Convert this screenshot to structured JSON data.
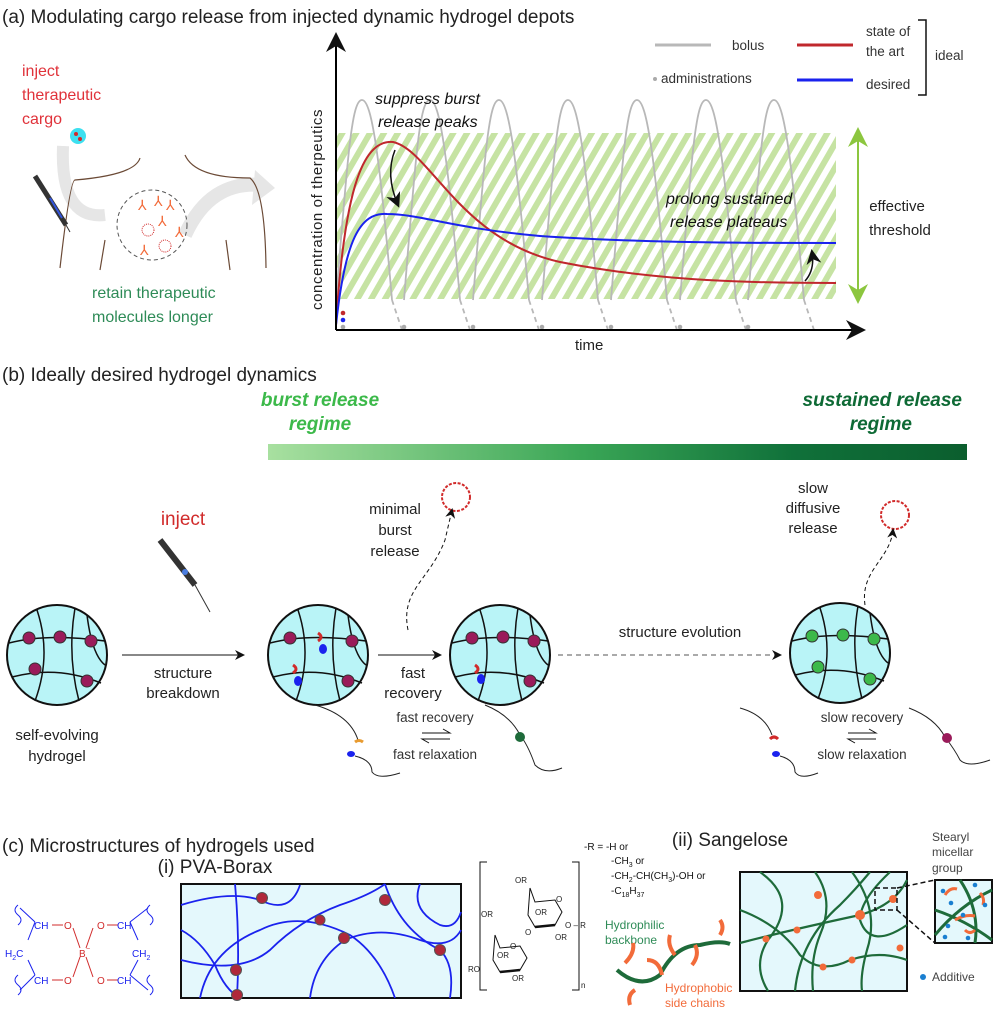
{
  "colors": {
    "red": "#d12b2b",
    "blue": "#1a22ee",
    "gray": "#b8b8b8",
    "green_hatch": "#c6e3a3",
    "green_arrow": "#8cc63f",
    "dark_green": "#1e6b3a",
    "light_green": "#3cb94a",
    "gel": "#b9f4f7",
    "pink_node": "#9a1b5a",
    "orange": "#f26b3a"
  },
  "panel_a": {
    "title": "(a) Modulating cargo release from injected dynamic hydrogel depots",
    "inject_text": [
      "inject",
      "therapeutic",
      "cargo"
    ],
    "retain_text": [
      "retain therapeutic",
      "molecules longer"
    ],
    "chart": {
      "y_label": "concentration of therpeutics",
      "x_label": "time",
      "annotation_suppress": [
        "suppress burst",
        "release peaks"
      ],
      "annotation_prolong": [
        "prolong sustained",
        "release plateaus"
      ],
      "threshold": [
        "effective",
        "threshold"
      ],
      "legend": {
        "bolus": "bolus",
        "administrations": "administrations",
        "state_of_art": [
          "state of",
          "the art"
        ],
        "desired": "desired",
        "ideal": "ideal"
      }
    }
  },
  "panel_b": {
    "title": "(b) Ideally desired hydrogel dynamics",
    "burst_regime": [
      "burst release",
      "regime"
    ],
    "sustained_regime": [
      "sustained release",
      "regime"
    ],
    "inject": "inject",
    "structure_breakdown": [
      "structure",
      "breakdown"
    ],
    "self_evolving": [
      "self-evolving",
      "hydrogel"
    ],
    "minimal_burst": [
      "minimal",
      "burst",
      "release"
    ],
    "fast_recovery_step": [
      "fast",
      "recovery"
    ],
    "structure_evolution": "structure evolution",
    "slow_diffusive": [
      "slow",
      "diffusive",
      "release"
    ],
    "fast_recovery": "fast recovery",
    "fast_relaxation": "fast relaxation",
    "slow_recovery": "slow recovery",
    "slow_relaxation": "slow relaxation"
  },
  "panel_c": {
    "title": "(c) Microstructures of hydrogels used",
    "pva_title": "(i) PVA-Borax",
    "pva_atoms": {
      "ch": "CH",
      "o": "O",
      "b": "B",
      "minus": "−",
      "h2c": "H",
      "h2c_sub": "2",
      "h2c_c": "C",
      "ch2": "CH",
      "ch2_sub": "2"
    },
    "sangelose_title": "(ii) Sangelose",
    "r_group": {
      "l1": "-R = -H or",
      "l2a": "-CH",
      "l2s": "3",
      "l2b": " or",
      "l3a": "-CH",
      "l3s": "2",
      "l3b": "-CH(CH",
      "l3s2": "3",
      "l3c": ")-OH or",
      "l4a": "-C",
      "l4s": "18",
      "l4b": "H",
      "l4s2": "37"
    },
    "or": "OR",
    "o": "O",
    "ro": "RO",
    "r": "R",
    "n": "n",
    "hydrophilic": [
      "Hydrophilic",
      "backbone"
    ],
    "hydrophobic": [
      "Hydrophobic",
      "side chains"
    ],
    "stearyl": [
      "Stearyl",
      "micellar",
      "group"
    ],
    "additive": "Additive"
  }
}
